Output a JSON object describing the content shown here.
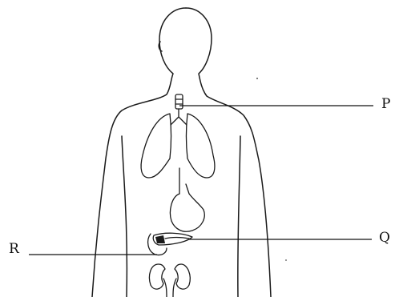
{
  "labels": {
    "p": "P",
    "q": "Q",
    "r": "R"
  },
  "colors": {
    "ink": "#1a1a1a",
    "background": "#ffffff"
  }
}
